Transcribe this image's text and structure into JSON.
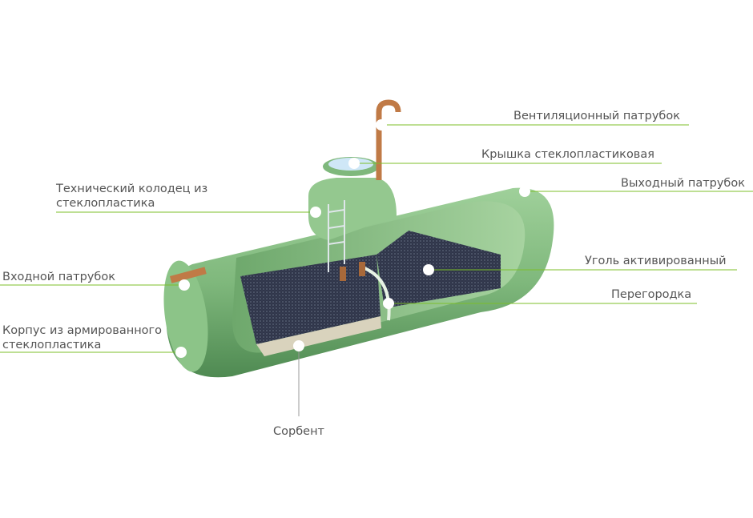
{
  "colors": {
    "leader_line": "#7cbf2a",
    "label_text": "#555555",
    "tank_green": "#8fc58a",
    "tank_dark": "#5f9a5d",
    "carbon": "#2f3549",
    "sorbent": "#d9d3bd",
    "pipe": "#c07a46"
  },
  "labels": {
    "vent_pipe": "Вентиляционный патрубок",
    "lid": "Крышка стеклопластиковая",
    "outlet_pipe": "Выходный патрубок",
    "tech_well_line1": "Технический колодец из",
    "tech_well_line2": "стеклопластика",
    "inlet_pipe": "Входной патрубок",
    "activated_carbon": "Уголь  активированный",
    "partition": "Перегородка",
    "body_line1": "Корпус из армированного",
    "body_line2": "стеклопластика",
    "sorbent": "Сорбент"
  }
}
